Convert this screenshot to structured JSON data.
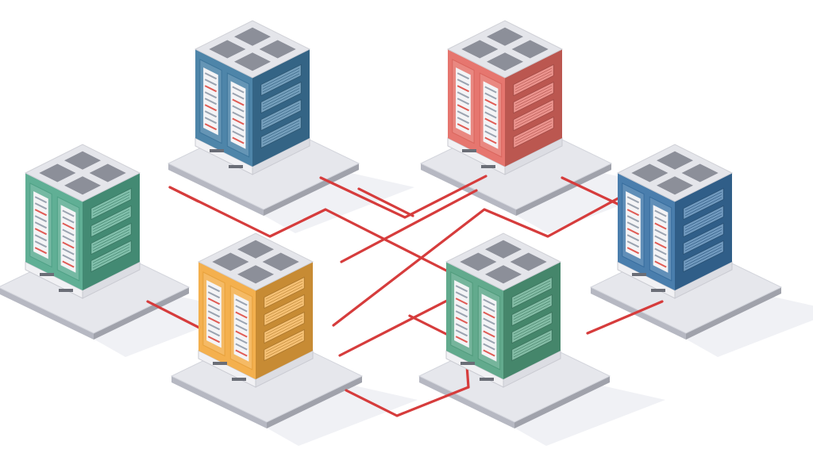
{
  "diagram": {
    "nodes": [
      {
        "id": "server-blue-top",
        "label": "",
        "color": "#3f7aa2"
      },
      {
        "id": "server-red-top",
        "label": "",
        "color": "#e46a62"
      },
      {
        "id": "server-green-left",
        "label": "",
        "color": "#52a88c"
      },
      {
        "id": "server-blue-right",
        "label": "",
        "color": "#3a73a6"
      },
      {
        "id": "server-orange-center",
        "label": "",
        "color": "#f3a93f"
      },
      {
        "id": "server-green-center",
        "label": "",
        "color": "#54a383"
      }
    ],
    "links": [
      {
        "from": "server-green-left",
        "to": "server-orange-center"
      },
      {
        "from": "server-green-left",
        "to": "server-red-top"
      },
      {
        "from": "server-blue-top",
        "to": "server-blue-right"
      },
      {
        "from": "server-red-top",
        "to": "server-blue-right"
      },
      {
        "from": "server-orange-center",
        "to": "server-green-center"
      },
      {
        "from": "server-orange-center",
        "to": "server-blue-right"
      },
      {
        "from": "server-green-center",
        "to": "server-blue-right"
      },
      {
        "from": "server-green-left",
        "to": "server-green-center"
      }
    ],
    "colors": {
      "link": "#d63c3c",
      "platform": "#e6e7ec",
      "platform_edge": "#b6b8c2",
      "top_face": "#e4e5ea",
      "vent": "#8c8f99",
      "shadow": "#eceef2"
    }
  }
}
